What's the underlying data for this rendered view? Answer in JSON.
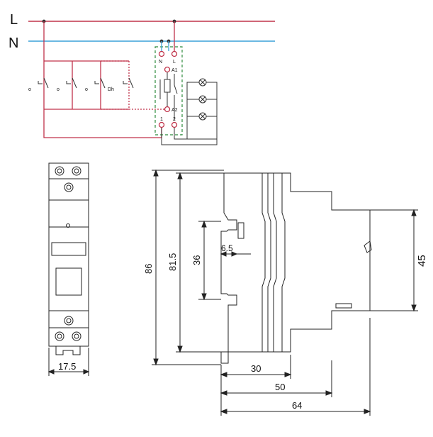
{
  "wiring": {
    "line_label": "L",
    "neutral_label": "N",
    "switch_label": "o",
    "last_switch_label": "Dh",
    "terminal_n": "N",
    "terminal_l": "L",
    "terminal_a1": "A1",
    "terminal_a2": "A2",
    "terminal_1": "1",
    "terminal_2": "2",
    "colors": {
      "line": "#c0334a",
      "neutral": "#3aa0d8",
      "module_border": "#2e8b3e",
      "wire": "#333333"
    }
  },
  "dimensions": {
    "front_width": "17.5",
    "total_height": "86",
    "inner_height": "81.5",
    "rail_height": "36",
    "slot_width": "6.5",
    "front_height": "45",
    "depth_30": "30",
    "depth_50": "50",
    "depth_64": "64"
  }
}
